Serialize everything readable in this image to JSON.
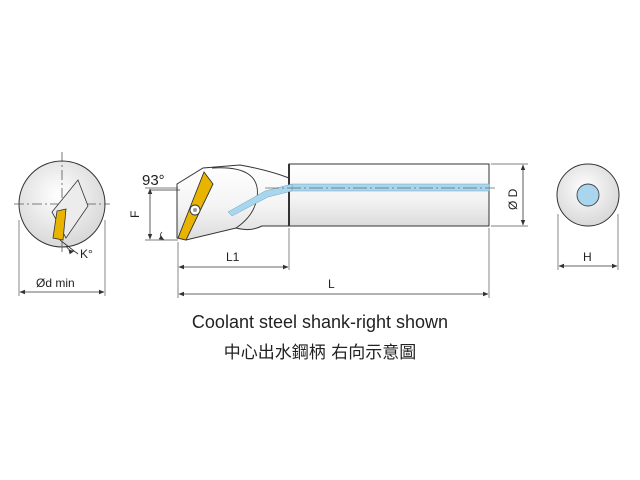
{
  "labels": {
    "angle_93": "93°",
    "angle_k": "K°",
    "dia_min": "Ød min",
    "F": "F",
    "L1": "L1",
    "L": "L",
    "D": "Ø D",
    "H": "H"
  },
  "caption": {
    "english": "Coolant steel shank-right shown",
    "chinese": "中心出水鋼柄  右向示意圖"
  },
  "colors": {
    "insert": "#e8b400",
    "coolant": "#a9d6ee",
    "shank": "#f2f2f2",
    "outline": "#333333"
  }
}
